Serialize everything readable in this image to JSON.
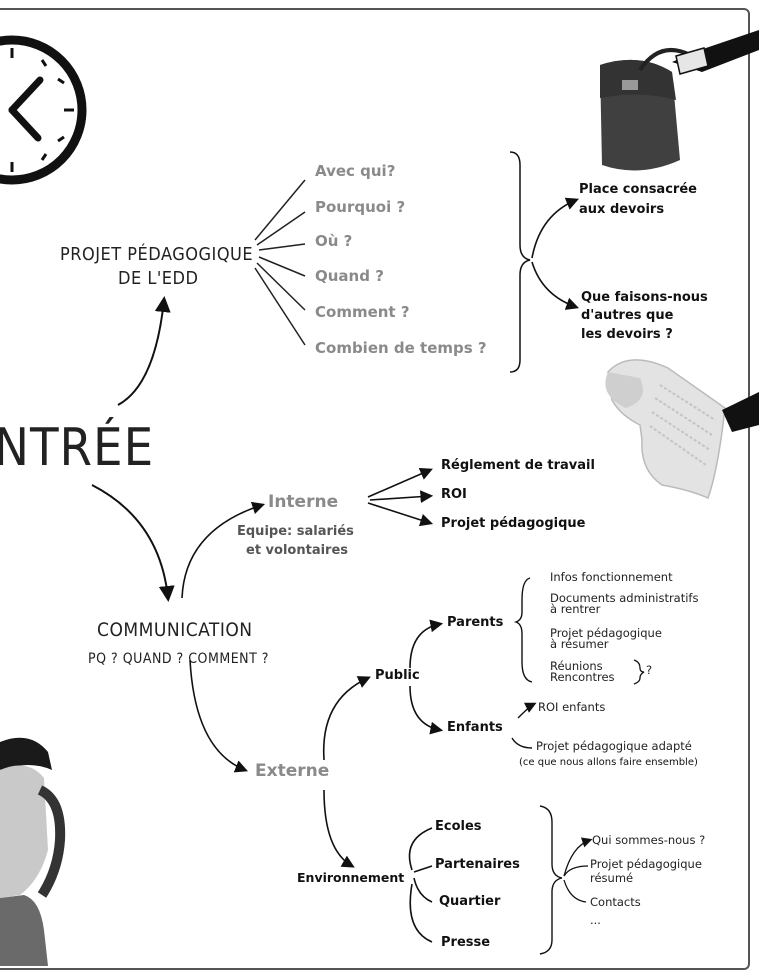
{
  "center": {
    "title": "NTRÉE"
  },
  "projet": {
    "title_line1": "PROJET PÉDAGOGIQUE",
    "title_line2": "DE L'EDD",
    "questions": [
      "Avec qui?",
      "Pourquoi ?",
      "Où ?",
      "Quand ?",
      "Comment ?",
      "Combien de temps ?"
    ],
    "outcomes": [
      {
        "line1": "Place consacrée",
        "line2": "aux devoirs"
      },
      {
        "line1": "Que faisons-nous",
        "line2": "d'autres que",
        "line3": "les devoirs ?"
      }
    ]
  },
  "communication": {
    "title": "COMMUNICATION",
    "subtitle": "PQ ? QUAND ? COMMENT ?",
    "interne": {
      "label": "Interne",
      "desc_line1": "Equipe: salariés",
      "desc_line2": "et volontaires",
      "items": [
        "Réglement de travail",
        "ROI",
        "Projet pédagogique"
      ]
    },
    "externe": {
      "label": "Externe",
      "public": {
        "label": "Public",
        "parents": {
          "label": "Parents",
          "items": [
            {
              "line1": "Infos fonctionnement"
            },
            {
              "line1": "Documents administratifs",
              "line2": "à rentrer"
            },
            {
              "line1": "Projet pédagogique",
              "line2": "à résumer"
            },
            {
              "line1": "Réunions",
              "line2": "Rencontres",
              "mark": "?"
            }
          ]
        },
        "enfants": {
          "label": "Enfants",
          "items": [
            {
              "line1": "ROI enfants"
            },
            {
              "line1": "Projet pédagogique adapté",
              "line2": "(ce que nous allons faire ensemble)"
            }
          ]
        }
      },
      "environnement": {
        "label": "Environnement",
        "items": [
          "Ecoles",
          "Partenaires",
          "Quartier",
          "Presse"
        ],
        "outcomes": [
          {
            "line1": "Qui sommes-nous ?"
          },
          {
            "line1": "Projet pédagogique",
            "line2": "résumé"
          },
          {
            "line1": "Contacts"
          },
          {
            "line1": "..."
          }
        ]
      }
    }
  }
}
